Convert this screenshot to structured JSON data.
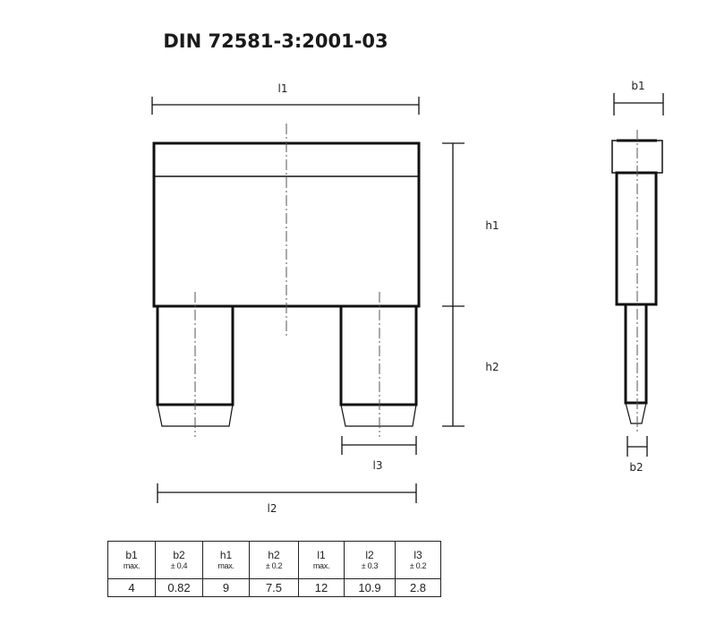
{
  "title": "DIN 72581-3:2001-03",
  "labels": {
    "l1": "l1",
    "l2": "l2",
    "l3": "l3",
    "h1": "h1",
    "h2": "h2",
    "b1": "b1",
    "b2": "b2"
  },
  "table": {
    "columns": [
      {
        "name": "b1",
        "tolerance": "max."
      },
      {
        "name": "b2",
        "tolerance": "± 0.4"
      },
      {
        "name": "h1",
        "tolerance": "max."
      },
      {
        "name": "h2",
        "tolerance": "± 0.2"
      },
      {
        "name": "l1",
        "tolerance": "max."
      },
      {
        "name": "l2",
        "tolerance": "± 0.3"
      },
      {
        "name": "l3",
        "tolerance": "± 0.2"
      }
    ],
    "values": [
      "4",
      "0.82",
      "9",
      "7.5",
      "12",
      "10.9",
      "2.8"
    ]
  },
  "colors": {
    "line": "#111111",
    "centerline": "#555555",
    "background": "#ffffff"
  }
}
